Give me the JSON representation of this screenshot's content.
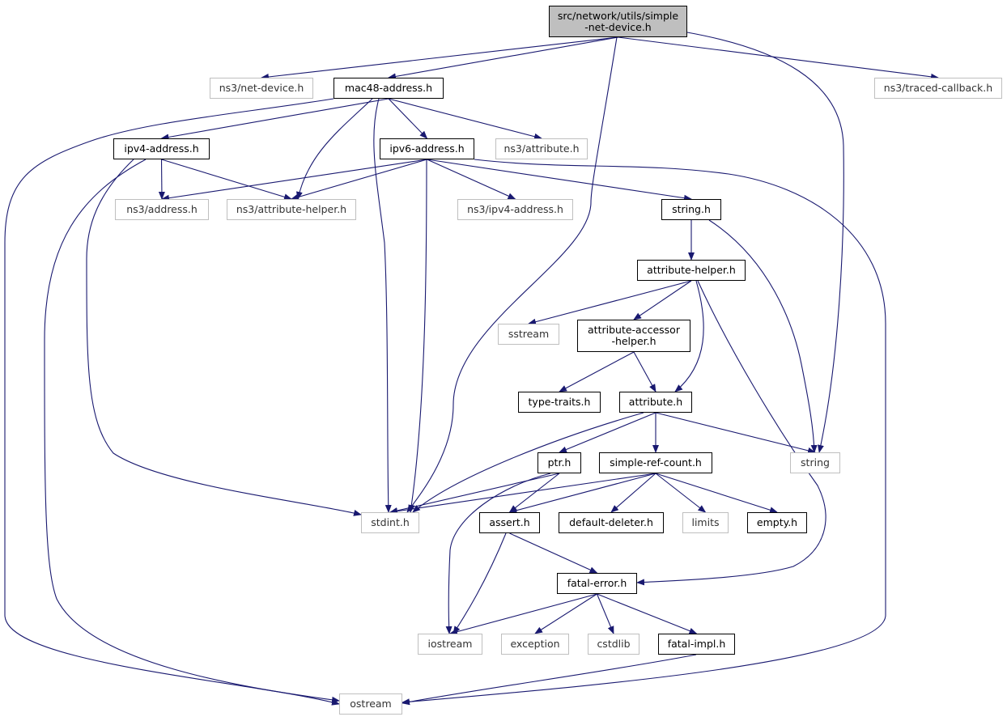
{
  "diagram": {
    "root": "src/network/utils/simple\n-net-device.h",
    "nodes": {
      "root": "src/network/utils/simple\n-net-device.h",
      "ns3_net_device": "ns3/net-device.h",
      "mac48_address": "mac48-address.h",
      "ns3_traced_callback": "ns3/traced-callback.h",
      "ipv4_address": "ipv4-address.h",
      "ipv6_address": "ipv6-address.h",
      "ns3_attribute": "ns3/attribute.h",
      "ns3_address": "ns3/address.h",
      "ns3_attribute_helper": "ns3/attribute-helper.h",
      "ns3_ipv4_address": "ns3/ipv4-address.h",
      "string_h": "string.h",
      "attribute_helper": "attribute-helper.h",
      "sstream": "sstream",
      "attribute_accessor_helper": "attribute-accessor\n-helper.h",
      "type_traits": "type-traits.h",
      "attribute_h": "attribute.h",
      "string": "string",
      "ptr": "ptr.h",
      "simple_ref_count": "simple-ref-count.h",
      "stdint": "stdint.h",
      "assert": "assert.h",
      "default_deleter": "default-deleter.h",
      "limits": "limits",
      "empty": "empty.h",
      "fatal_error": "fatal-error.h",
      "iostream": "iostream",
      "exception": "exception",
      "cstdlib": "cstdlib",
      "fatal_impl": "fatal-impl.h",
      "ostream": "ostream"
    },
    "edges": [
      [
        "root",
        "ns3_net_device"
      ],
      [
        "root",
        "mac48_address"
      ],
      [
        "root",
        "stdint"
      ],
      [
        "root",
        "string"
      ],
      [
        "root",
        "ns3_traced_callback"
      ],
      [
        "mac48_address",
        "ipv4_address"
      ],
      [
        "mac48_address",
        "ns3_attribute_helper"
      ],
      [
        "mac48_address",
        "stdint"
      ],
      [
        "mac48_address",
        "ipv6_address"
      ],
      [
        "mac48_address",
        "ns3_attribute"
      ],
      [
        "mac48_address",
        "ostream"
      ],
      [
        "ipv4_address",
        "ns3_address"
      ],
      [
        "ipv4_address",
        "ns3_attribute_helper"
      ],
      [
        "ipv4_address",
        "stdint"
      ],
      [
        "ipv4_address",
        "ostream"
      ],
      [
        "ipv6_address",
        "ns3_address"
      ],
      [
        "ipv6_address",
        "ns3_attribute_helper"
      ],
      [
        "ipv6_address",
        "stdint"
      ],
      [
        "ipv6_address",
        "ns3_ipv4_address"
      ],
      [
        "ipv6_address",
        "string_h"
      ],
      [
        "ipv6_address",
        "ostream"
      ],
      [
        "string_h",
        "attribute_helper"
      ],
      [
        "string_h",
        "string"
      ],
      [
        "attribute_helper",
        "sstream"
      ],
      [
        "attribute_helper",
        "attribute_accessor_helper"
      ],
      [
        "attribute_helper",
        "attribute_h"
      ],
      [
        "attribute_helper",
        "fatal_error"
      ],
      [
        "attribute_accessor_helper",
        "type_traits"
      ],
      [
        "attribute_accessor_helper",
        "attribute_h"
      ],
      [
        "attribute_h",
        "stdint"
      ],
      [
        "attribute_h",
        "ptr"
      ],
      [
        "attribute_h",
        "simple_ref_count"
      ],
      [
        "attribute_h",
        "string"
      ],
      [
        "ptr",
        "stdint"
      ],
      [
        "ptr",
        "assert"
      ],
      [
        "ptr",
        "iostream"
      ],
      [
        "simple_ref_count",
        "stdint"
      ],
      [
        "simple_ref_count",
        "assert"
      ],
      [
        "simple_ref_count",
        "default_deleter"
      ],
      [
        "simple_ref_count",
        "limits"
      ],
      [
        "simple_ref_count",
        "empty"
      ],
      [
        "assert",
        "fatal_error"
      ],
      [
        "assert",
        "iostream"
      ],
      [
        "fatal_error",
        "iostream"
      ],
      [
        "fatal_error",
        "exception"
      ],
      [
        "fatal_error",
        "cstdlib"
      ],
      [
        "fatal_error",
        "fatal_impl"
      ],
      [
        "fatal_impl",
        "ostream"
      ]
    ]
  }
}
